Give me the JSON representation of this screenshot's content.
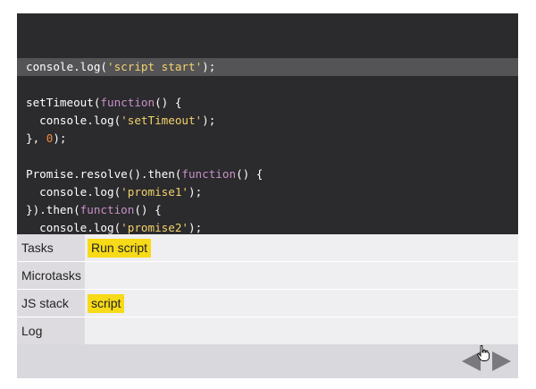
{
  "code": {
    "lines": [
      [
        {
          "t": "console.log(",
          "c": ""
        },
        {
          "t": "'script start'",
          "c": "str"
        },
        {
          "t": ");",
          "c": ""
        }
      ],
      [],
      [
        {
          "t": "setTimeout(",
          "c": ""
        },
        {
          "t": "function",
          "c": "kw"
        },
        {
          "t": "() {",
          "c": ""
        }
      ],
      [
        {
          "t": "  console.log(",
          "c": ""
        },
        {
          "t": "'setTimeout'",
          "c": "str"
        },
        {
          "t": ");",
          "c": ""
        }
      ],
      [
        {
          "t": "}, ",
          "c": ""
        },
        {
          "t": "0",
          "c": "num"
        },
        {
          "t": ");",
          "c": ""
        }
      ],
      [],
      [
        {
          "t": "Promise.resolve().then(",
          "c": ""
        },
        {
          "t": "function",
          "c": "kw"
        },
        {
          "t": "() {",
          "c": ""
        }
      ],
      [
        {
          "t": "  console.log(",
          "c": ""
        },
        {
          "t": "'promise1'",
          "c": "str"
        },
        {
          "t": ");",
          "c": ""
        }
      ],
      [
        {
          "t": "}).then(",
          "c": ""
        },
        {
          "t": "function",
          "c": "kw"
        },
        {
          "t": "() {",
          "c": ""
        }
      ],
      [
        {
          "t": "  console.log(",
          "c": ""
        },
        {
          "t": "'promise2'",
          "c": "str"
        },
        {
          "t": ");",
          "c": ""
        }
      ]
    ],
    "highlighted_line": 0
  },
  "panel": {
    "tasks_label": "Tasks",
    "tasks_items": [
      "Run script"
    ],
    "microtasks_label": "Microtasks",
    "microtasks_items": [],
    "jsstack_label": "JS stack",
    "jsstack_items": [
      "script"
    ],
    "log_label": "Log",
    "log_items": []
  },
  "colors": {
    "code_bg": "#2b2a2d",
    "highlight": "#545356",
    "pill": "#f7da18",
    "string": "#f3d36c",
    "keyword": "#c792c6",
    "number": "#f2893b"
  }
}
